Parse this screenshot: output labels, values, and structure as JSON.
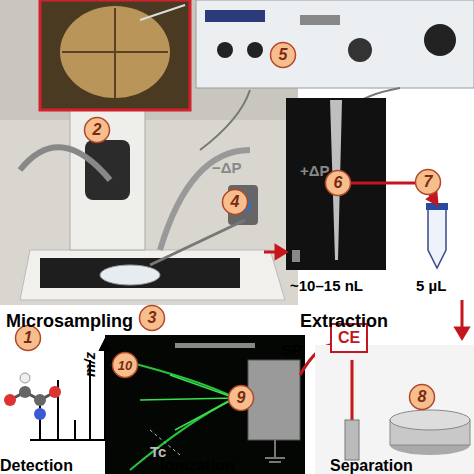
{
  "diagram": {
    "nodes": [
      {
        "text": [
          "1"
        ]
      },
      {
        "text": [
          "2"
        ]
      },
      {
        "text": [
          "3"
        ]
      },
      {
        "text": [
          "4"
        ]
      },
      {
        "text": [
          "5"
        ]
      },
      {
        "text": [
          "6"
        ]
      },
      {
        "text": [
          "7"
        ]
      },
      {
        "text": [
          "8"
        ]
      },
      {
        "text": [
          "9"
        ]
      },
      {
        "text": [
          "10"
        ]
      },
      {
        "text": [
          "CE"
        ]
      }
    ],
    "labels": [
      "−ΔP",
      "+ΔP",
      "~10–15 nL",
      "5 µL",
      "Microsampling",
      "Extraction",
      "m/z",
      "SP",
      "Tc",
      "Detection",
      "Ionization",
      "Separation"
    ]
  }
}
